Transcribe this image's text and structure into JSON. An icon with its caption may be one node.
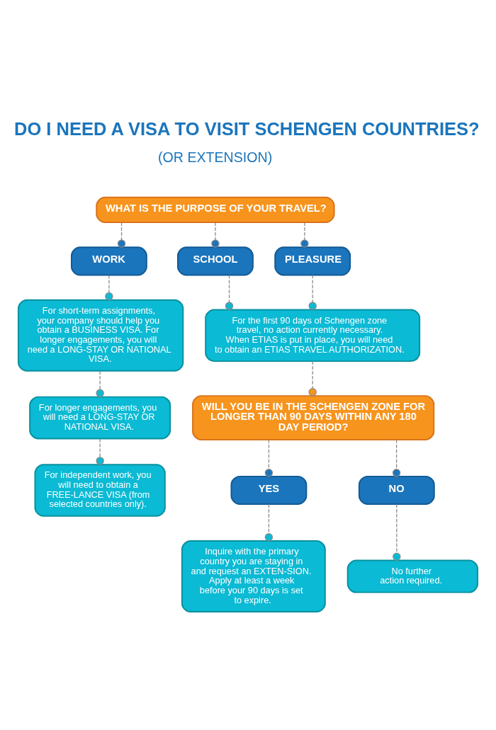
{
  "diagram": {
    "title": "DO I NEED A VISA TO VISIT SCHENGEN COUNTRIES?",
    "nodes": [
      {
        "text": [
          "WHAT IS THE PURPOSE OF YOUR TRAVEL?"
        ]
      },
      {
        "text": [
          "WORK"
        ]
      },
      {
        "text": [
          "SCHOOL"
        ]
      },
      {
        "text": [
          "PLEASURE"
        ]
      },
      {
        "text": [
          "For short-term assignments, your company should help you obtain a BUSINESS VISA. For longer engagements, you will need a LONG-STAY OR NATIONAL VISA."
        ]
      },
      {
        "text": [
          "For the first 90 days of Schengen zone travel, no action currently necessary. When ETIAS is put in place, you will need to obtain an ETIAS TRAVEL AUTHORIZATION."
        ]
      },
      {
        "text": [
          "For longer engagements, you will need a LONG-STAY OR NATIONAL VISA."
        ]
      },
      {
        "text": [
          "WILL YOU BE IN THE SCHENGEN ZONE FOR LONGER THAN 90 DAYS WITHIN ANY 180 DAY PERIOD?"
        ]
      },
      {
        "text": [
          "For independent work, you will need to obtain a FREE-LANCE VISA (from selected countries only)."
        ]
      },
      {
        "text": [
          "YES"
        ]
      },
      {
        "text": [
          "NO"
        ]
      },
      {
        "text": [
          "Inquire with the primary country you are staying in and request an EXTEN-SION. Apply at least a week before your 90 days is set to expire."
        ]
      },
      {
        "text": [
          "No further action required."
        ]
      }
    ],
    "edges": [
      {
        "from": 0,
        "to": 1,
        "arrow": "other",
        "style": "dashed"
      },
      {
        "from": 0,
        "to": 2,
        "arrow": "other",
        "style": "dashed"
      },
      {
        "from": 0,
        "to": 3,
        "arrow": "other",
        "style": "dashed"
      },
      {
        "from": 1,
        "to": 4,
        "arrow": "other",
        "style": "dashed"
      },
      {
        "from": 2,
        "to": 5,
        "arrow": "other",
        "style": "dashed"
      },
      {
        "from": 3,
        "to": 5,
        "arrow": "other",
        "style": "dashed"
      },
      {
        "from": 4,
        "to": 6,
        "arrow": "other",
        "style": "dashed"
      },
      {
        "from": 5,
        "to": 7,
        "arrow": "other",
        "style": "dashed"
      },
      {
        "from": 6,
        "to": 8,
        "arrow": "other",
        "style": "dashed"
      },
      {
        "from": 7,
        "to": 9,
        "arrow": "other",
        "style": "dashed"
      },
      {
        "from": 7,
        "to": 10,
        "arrow": "other",
        "style": "dashed"
      },
      {
        "from": 9,
        "to": 11,
        "arrow": "other",
        "style": "dashed"
      },
      {
        "from": 10,
        "to": 12,
        "arrow": "other",
        "style": "dashed"
      }
    ],
    "labels": [
      "(OR EXTENSION)"
    ]
  }
}
